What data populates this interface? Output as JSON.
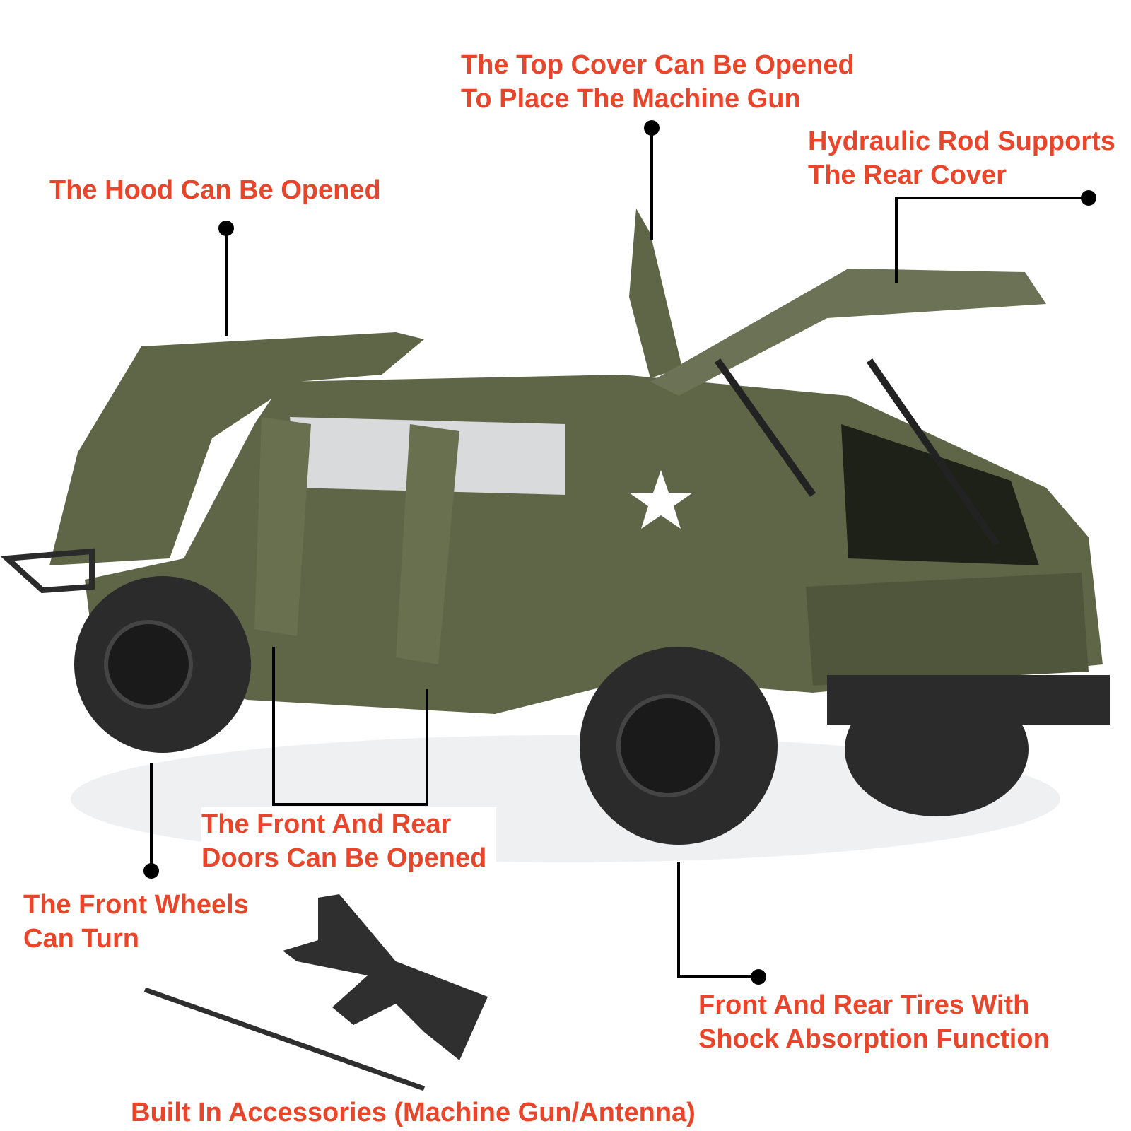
{
  "colors": {
    "label": "#e8452b",
    "vehicle": "#5f6648",
    "vehicle_dark": "#3f4530",
    "tire": "#2b2b2b",
    "leader": "#000000"
  },
  "callouts": {
    "hood": {
      "lines": [
        "The Hood Can Be Opened"
      ]
    },
    "top_cover": {
      "lines": [
        "The Top Cover Can Be Opened",
        "To Place The Machine Gun"
      ]
    },
    "hydraulic": {
      "lines": [
        "Hydraulic Rod Supports",
        "The Rear Cover"
      ]
    },
    "doors": {
      "lines": [
        "The Front And Rear",
        "Doors Can Be Opened"
      ]
    },
    "front_wheels": {
      "lines": [
        "The Front Wheels",
        "Can Turn"
      ]
    },
    "tires": {
      "lines": [
        "Front And Rear Tires With",
        "Shock Absorption Function"
      ]
    },
    "accessories": {
      "lines": [
        "Built In Accessories (Machine Gun/Antenna)"
      ]
    }
  }
}
